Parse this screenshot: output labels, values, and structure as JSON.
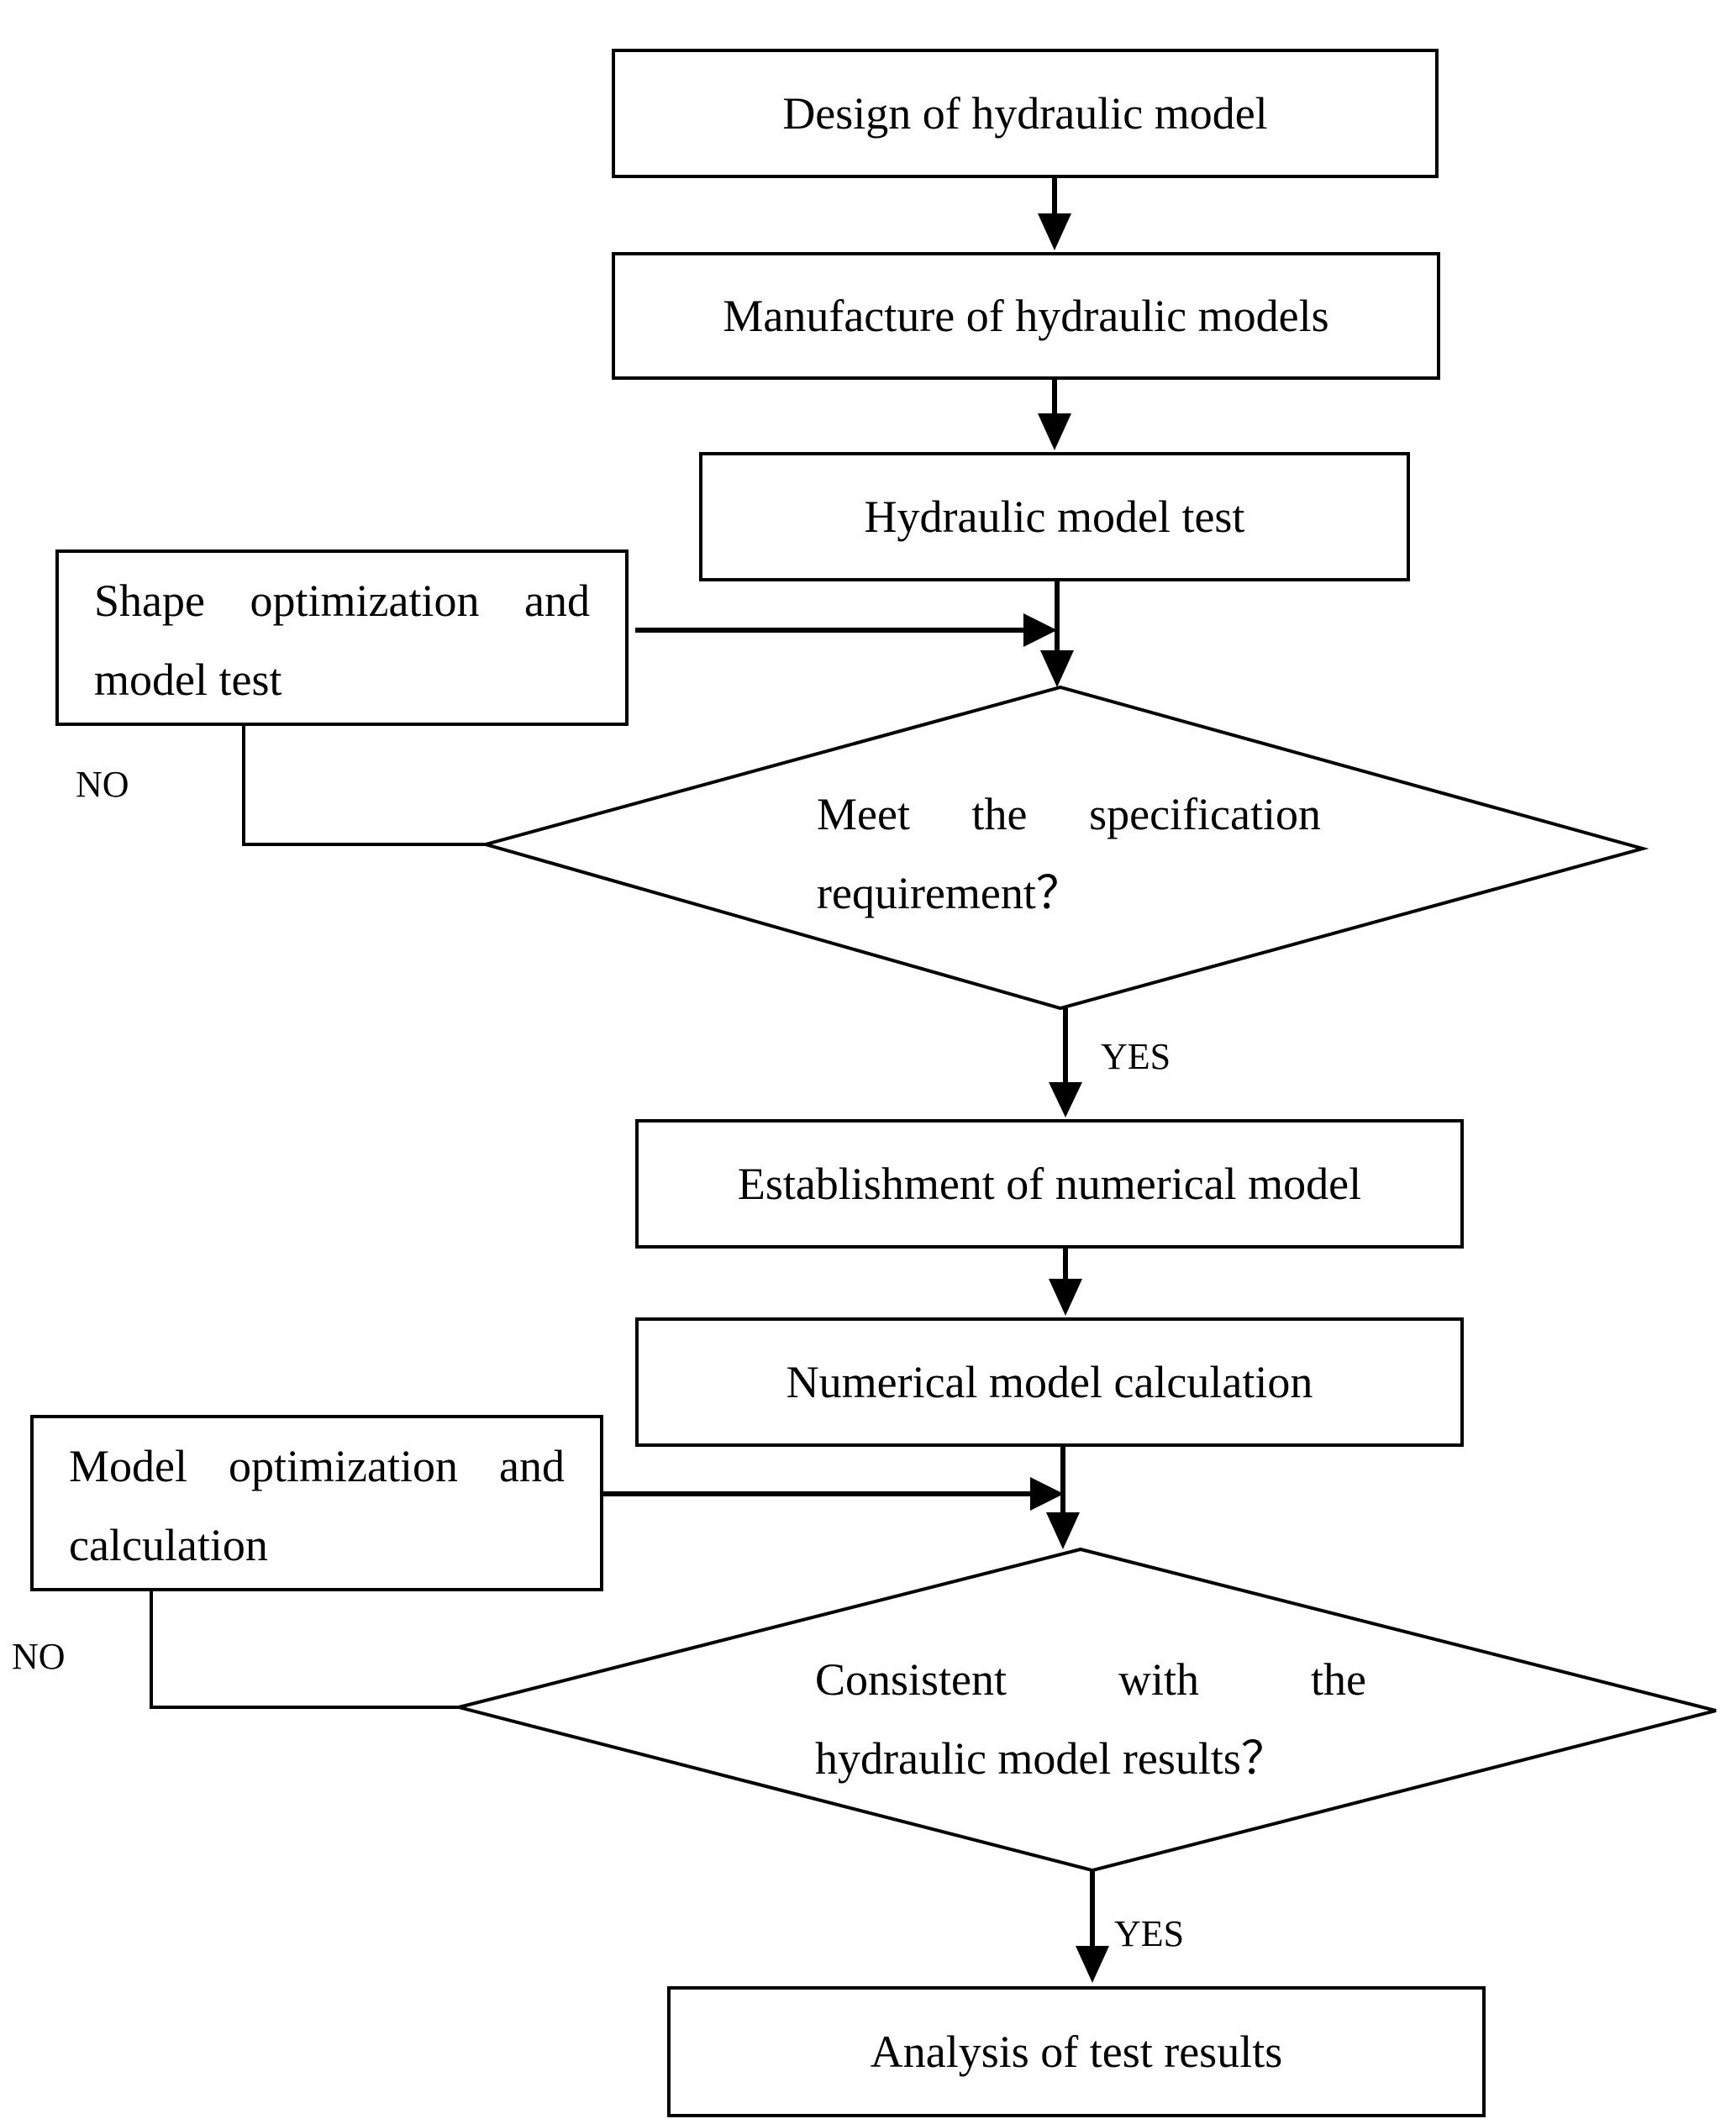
{
  "nodes": {
    "design": "Design of hydraulic model",
    "manufacture": "Manufacture of hydraulic models",
    "test": "Hydraulic model test",
    "shape_opt": [
      "Shape optimization and",
      "model test"
    ],
    "decision1": [
      "Meet the specification",
      "requirement？"
    ],
    "establish": "Establishment of numerical model",
    "calc": "Numerical model calculation",
    "model_opt": [
      "Model optimization and",
      "calculation"
    ],
    "decision2": [
      "Consistent with the",
      "hydraulic model results？"
    ],
    "analysis": "Analysis of test results"
  },
  "labels": {
    "no1": "NO",
    "yes1": "YES",
    "no2": "NO",
    "yes2": "YES"
  }
}
